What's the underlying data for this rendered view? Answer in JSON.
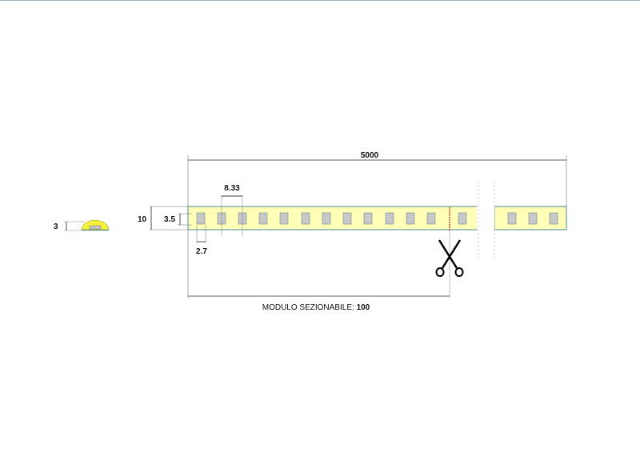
{
  "labels": {
    "total_length": "5000",
    "pitch": "8.33",
    "width": "10",
    "led_height": "3.5",
    "led_width": "2.7",
    "profile_height": "3",
    "module_prefix": "MODULO SEZIONABILE: ",
    "module_value": "100"
  },
  "colors": {
    "strip": "#ffffb8",
    "strip_border": "#4a8a9a",
    "led": "#c8c8c8",
    "cut_line": "#cc0000"
  },
  "icons": [
    "scissors-icon"
  ]
}
